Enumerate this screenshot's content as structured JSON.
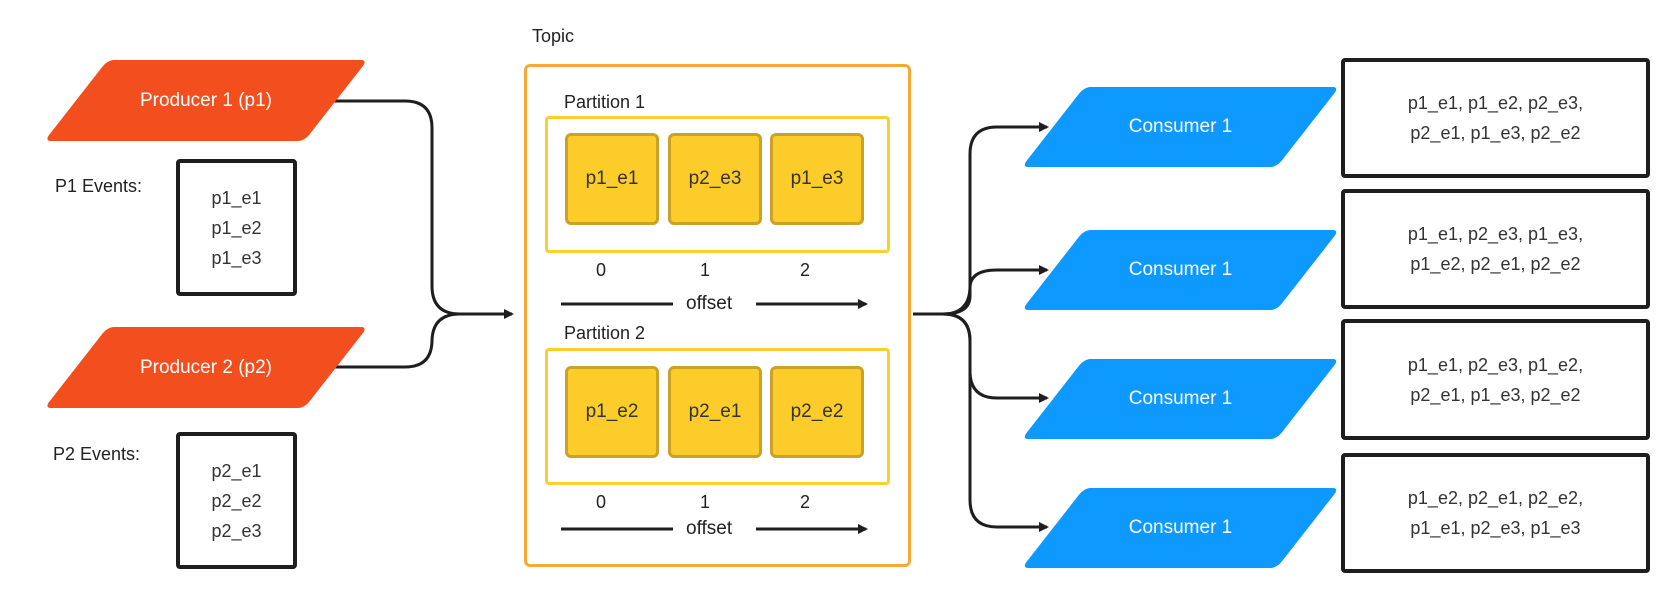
{
  "producers": [
    {
      "label": "Producer 1 (p1)",
      "events_title": "P1 Events:",
      "events": [
        "p1_e1",
        "p1_e2",
        "p1_e3"
      ]
    },
    {
      "label": "Producer 2 (p2)",
      "events_title": "P2 Events:",
      "events": [
        "p2_e1",
        "p2_e2",
        "p2_e3"
      ]
    }
  ],
  "topic": {
    "title": "Topic",
    "partitions": [
      {
        "label": "Partition 1",
        "cells": [
          "p1_e1",
          "p2_e3",
          "p1_e3"
        ],
        "offsets": [
          "0",
          "1",
          "2"
        ],
        "offset_label": "offset"
      },
      {
        "label": "Partition 2",
        "cells": [
          "p1_e2",
          "p2_e1",
          "p2_e2"
        ],
        "offsets": [
          "0",
          "1",
          "2"
        ],
        "offset_label": "offset"
      }
    ]
  },
  "consumers": [
    {
      "label": "Consumer 1",
      "result_lines": [
        "p1_e1, p1_e2, p2_e3,",
        "p2_e1, p1_e3, p2_e2"
      ]
    },
    {
      "label": "Consumer 1",
      "result_lines": [
        "p1_e1, p2_e3, p1_e3,",
        "p1_e2, p2_e1, p2_e2"
      ]
    },
    {
      "label": "Consumer 1",
      "result_lines": [
        "p1_e1, p2_e3, p1_e2,",
        "p2_e1, p1_e3, p2_e2"
      ]
    },
    {
      "label": "Consumer 1",
      "result_lines": [
        "p1_e2, p2_e1, p2_e2,",
        "p1_e1, p2_e3, p1_e3"
      ]
    }
  ],
  "colors": {
    "producer": "#f24e1e",
    "consumer": "#0d99ff",
    "topic_border": "#f7a936",
    "partition_border": "#fbcf2c",
    "cell_fill": "#fccd2a"
  }
}
